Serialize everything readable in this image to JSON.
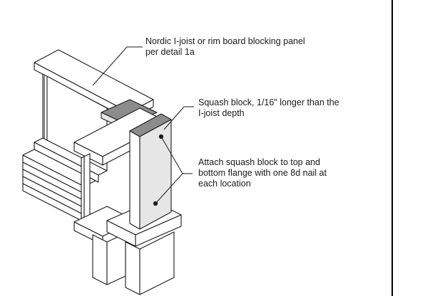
{
  "callouts": [
    {
      "lines": [
        "Nordic I-joist or rim board blocking panel",
        "per detail 1a"
      ]
    },
    {
      "lines": [
        "Squash block, 1/16\" longer than the",
        "I-joist depth"
      ]
    },
    {
      "lines": [
        "Attach squash block to top and",
        "bottom flange with one 8d nail at",
        "each location"
      ]
    }
  ],
  "colors": {
    "line": "#1a1a1a",
    "face": "#ffffff",
    "block_face": "#e6e6e6",
    "block_top": "#8c8c8c",
    "border": "#000000"
  }
}
